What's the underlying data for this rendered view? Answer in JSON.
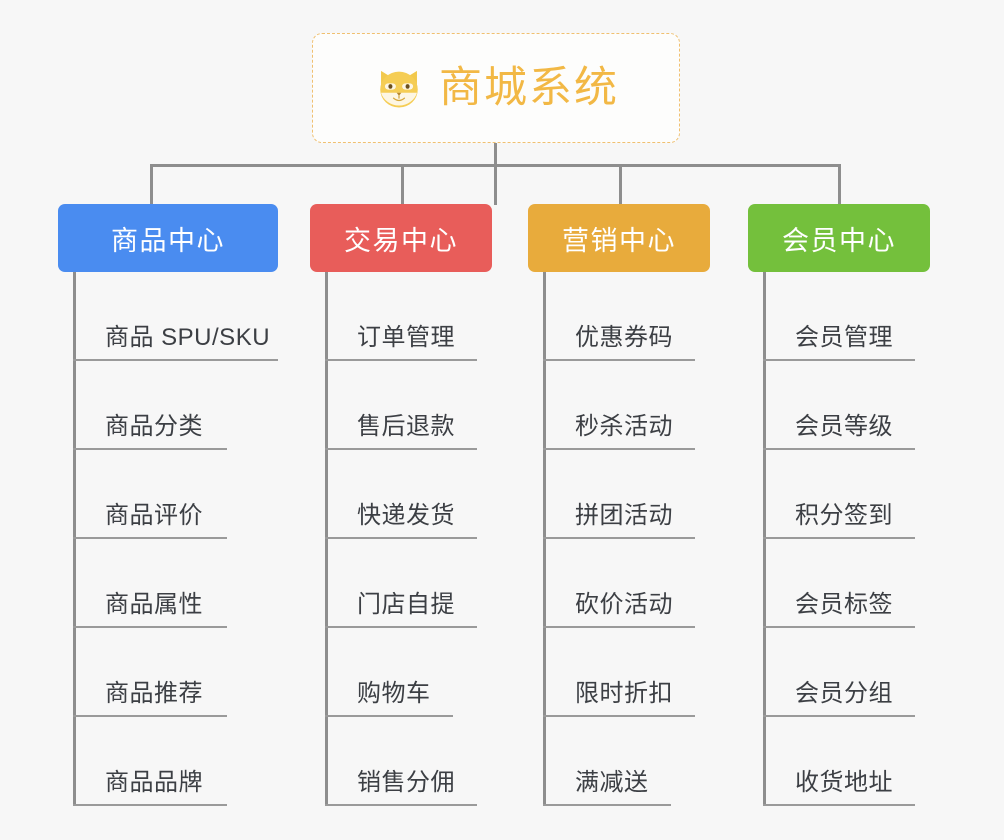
{
  "page": {
    "background": "#f7f7f7",
    "type": "mindmap",
    "line_color": "#8e8e8e",
    "rule_color": "#9a9a9a"
  },
  "root": {
    "title": "商城系统",
    "icon": "shiba-dog-face-icon",
    "text_color": "#f2b845",
    "border_color": "#f0c070",
    "background": "#fdfdfc"
  },
  "branches": [
    {
      "label": "商品中心",
      "color": "#4a8cf0",
      "leaves": [
        {
          "label": "商品 SPU/SKU"
        },
        {
          "label": "商品分类"
        },
        {
          "label": "商品评价"
        },
        {
          "label": "商品属性"
        },
        {
          "label": "商品推荐"
        },
        {
          "label": "商品品牌"
        }
      ]
    },
    {
      "label": "交易中心",
      "color": "#e85d5a",
      "leaves": [
        {
          "label": "订单管理"
        },
        {
          "label": "售后退款"
        },
        {
          "label": "快递发货"
        },
        {
          "label": "门店自提"
        },
        {
          "label": "购物车"
        },
        {
          "label": "销售分佣"
        }
      ]
    },
    {
      "label": "营销中心",
      "color": "#e8ab3c",
      "leaves": [
        {
          "label": "优惠券码"
        },
        {
          "label": "秒杀活动"
        },
        {
          "label": "拼团活动"
        },
        {
          "label": "砍价活动"
        },
        {
          "label": "限时折扣"
        },
        {
          "label": "满减送"
        }
      ]
    },
    {
      "label": "会员中心",
      "color": "#74c03c",
      "leaves": [
        {
          "label": "会员管理"
        },
        {
          "label": "会员等级"
        },
        {
          "label": "积分签到"
        },
        {
          "label": "会员标签"
        },
        {
          "label": "会员分组"
        },
        {
          "label": "收货地址"
        }
      ]
    }
  ]
}
